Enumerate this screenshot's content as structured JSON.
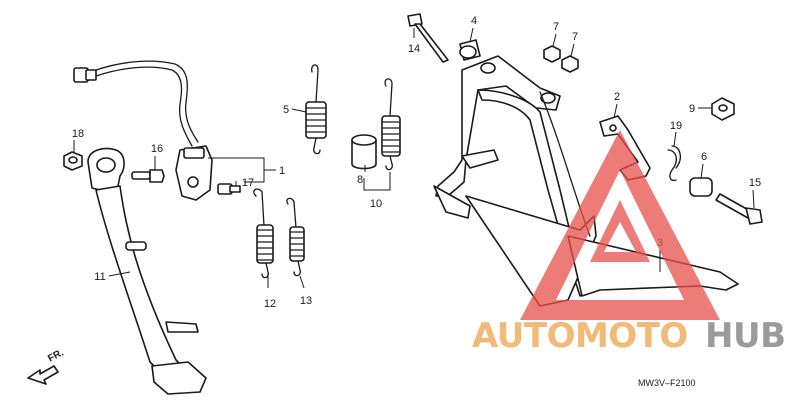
{
  "callouts": {
    "c1": "1",
    "c2": "2",
    "c3": "3",
    "c4": "4",
    "c5": "5",
    "c6": "6",
    "c7a": "7",
    "c7b": "7",
    "c8": "8",
    "c9": "9",
    "c10": "10",
    "c11": "11",
    "c12": "12",
    "c13": "13",
    "c14": "14",
    "c15": "15",
    "c16": "16",
    "c17": "17",
    "c18": "18",
    "c19": "19"
  },
  "direction_label": "FR.",
  "diagram_code": "MW3V–F2100",
  "watermark": {
    "part1": "AUTOMOTO",
    "part2": "HUB",
    "color_primary": "#f0a24a",
    "color_secondary": "#7a7a7a",
    "triangle_color": "#e8504a"
  },
  "colors": {
    "line": "#1a1a1a",
    "background": "#ffffff"
  }
}
